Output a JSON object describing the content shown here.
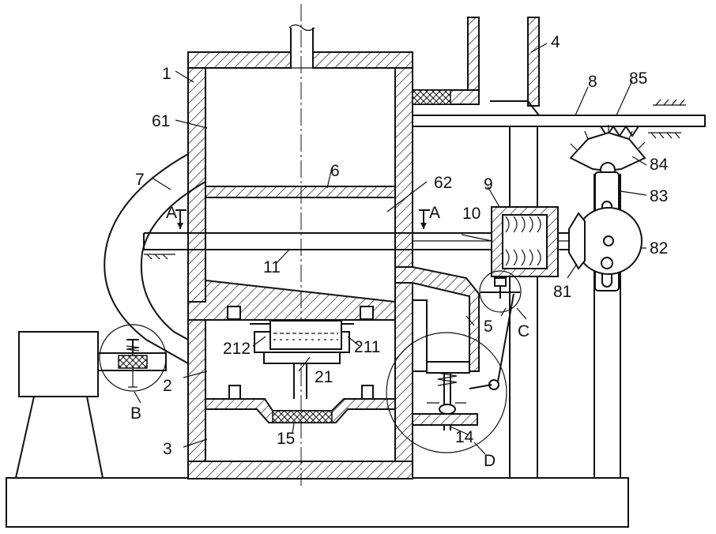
{
  "labels": {
    "l1": "1",
    "l2": "2",
    "l3": "3",
    "l4": "4",
    "l5": "5",
    "l6": "6",
    "l7": "7",
    "l8": "8",
    "l9": "9",
    "l10": "10",
    "l11": "11",
    "l14": "14",
    "l15": "15",
    "l21": "21",
    "l61": "61",
    "l62": "62",
    "l81": "81",
    "l82": "82",
    "l83": "83",
    "l84": "84",
    "l85": "85",
    "l211": "211",
    "l212": "212",
    "lA1": "A",
    "lA2": "A",
    "lB": "B",
    "lC": "C",
    "lD": "D"
  }
}
